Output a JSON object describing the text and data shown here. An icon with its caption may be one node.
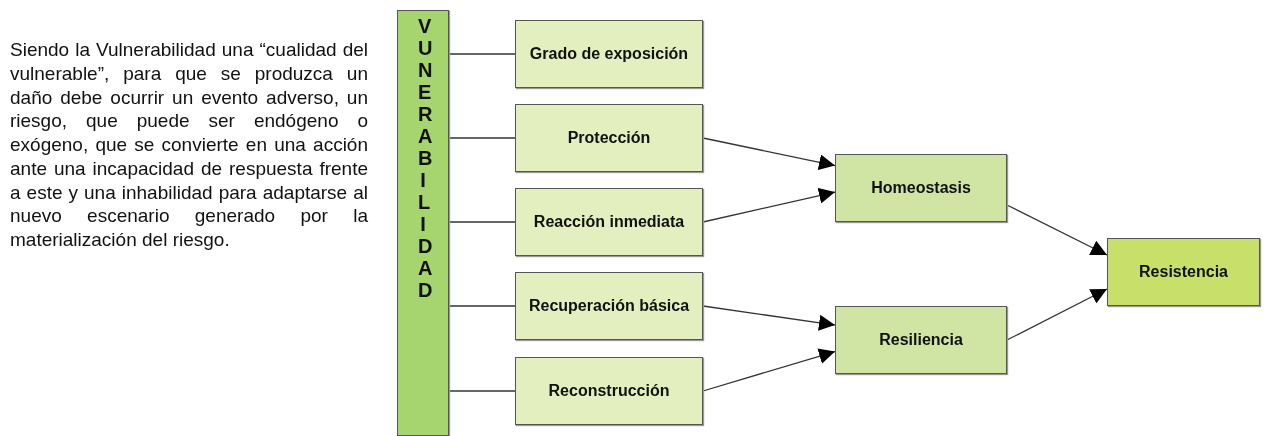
{
  "diagram": {
    "nodes": [
      {
        "text": [
          "VUNERABILIDAD"
        ]
      },
      {
        "text": [
          "Grado de exposición"
        ]
      },
      {
        "text": [
          "Protección"
        ]
      },
      {
        "text": [
          "Reacción inmediata"
        ]
      },
      {
        "text": [
          "Recuperación básica"
        ]
      },
      {
        "text": [
          "Reconstrucción"
        ]
      },
      {
        "text": [
          "Homeostasis"
        ]
      },
      {
        "text": [
          "Resiliencia"
        ]
      },
      {
        "text": [
          "Resistencia"
        ]
      }
    ],
    "edges": [
      {
        "from": 0,
        "to": 1,
        "arrow": "none"
      },
      {
        "from": 0,
        "to": 2,
        "arrow": "none"
      },
      {
        "from": 0,
        "to": 3,
        "arrow": "none"
      },
      {
        "from": 0,
        "to": 4,
        "arrow": "none"
      },
      {
        "from": 0,
        "to": 5,
        "arrow": "none"
      },
      {
        "from": 2,
        "to": 6,
        "arrow": "to"
      },
      {
        "from": 3,
        "to": 6,
        "arrow": "to"
      },
      {
        "from": 4,
        "to": 7,
        "arrow": "to"
      },
      {
        "from": 5,
        "to": 7,
        "arrow": "to"
      },
      {
        "from": 6,
        "to": 8,
        "arrow": "to"
      },
      {
        "from": 7,
        "to": 8,
        "arrow": "to"
      }
    ],
    "labels": [
      "Siendo la Vulnerabilidad una “cualidad del vulnerable”, para que se produzca un daño debe ocurrir un evento adverso, un riesgo, que puede ser endógeno o exógeno, que se convierte en una acción ante una incapacidad de respuesta frente a este y una inhabilidad para adaptarse al nuevo escenario generado por la materialización del riesgo."
    ]
  }
}
